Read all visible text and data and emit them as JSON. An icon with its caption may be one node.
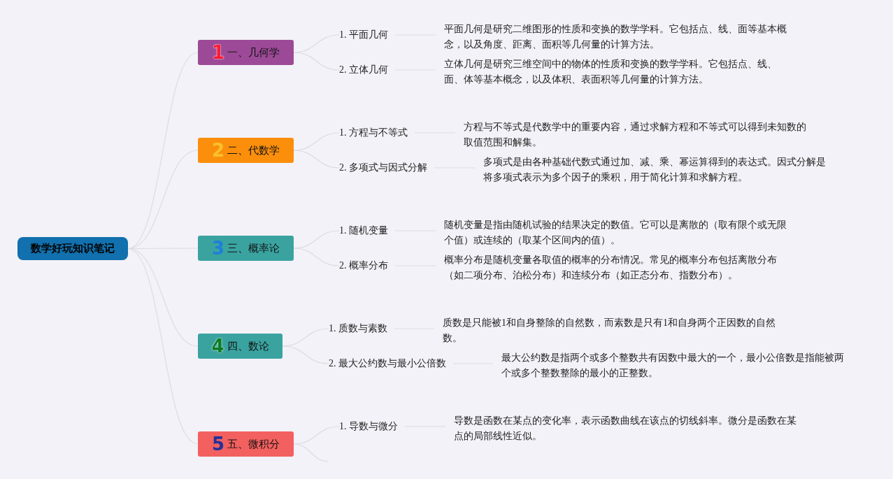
{
  "diagram": {
    "nodes": [
      {
        "text": [
          "数学好玩知识笔记"
        ]
      },
      {
        "text": [
          "1",
          "一、几何学"
        ]
      },
      {
        "text": [
          "1. 平面几何"
        ]
      },
      {
        "text": [
          "平面几何是研究二维图形的性质和变换的数学学科。它包括点、线、面等基本概念，以及角度、距离、面积等几何量的计算方法。"
        ]
      },
      {
        "text": [
          "2. 立体几何"
        ]
      },
      {
        "text": [
          "立体几何是研究三维空间中的物体的性质和变换的数学学科。它包括点、线、面、体等基本概念，以及体积、表面积等几何量的计算方法。"
        ]
      },
      {
        "text": [
          "2",
          "二、代数学"
        ]
      },
      {
        "text": [
          "1. 方程与不等式"
        ]
      },
      {
        "text": [
          "方程与不等式是代数学中的重要内容，通过求解方程和不等式可以得到未知数的取值范围和解集。"
        ]
      },
      {
        "text": [
          "2. 多项式与因式分解"
        ]
      },
      {
        "text": [
          "多项式是由各种基础代数式通过加、减、乘、幂运算得到的表达式。因式分解是将多项式表示为多个因子的乘积，用于简化计算和求解方程。"
        ]
      },
      {
        "text": [
          "3",
          "三、概率论"
        ]
      },
      {
        "text": [
          "1. 随机变量"
        ]
      },
      {
        "text": [
          "随机变量是指由随机试验的结果决定的数值。它可以是离散的（取有限个或无限个值）或连续的（取某个区间内的值）。"
        ]
      },
      {
        "text": [
          "2. 概率分布"
        ]
      },
      {
        "text": [
          "概率分布是随机变量各取值的概率的分布情况。常见的概率分布包括离散分布（如二项分布、泊松分布）和连续分布（如正态分布、指数分布）。"
        ]
      },
      {
        "text": [
          "4",
          "四、数论"
        ]
      },
      {
        "text": [
          "1. 质数与素数"
        ]
      },
      {
        "text": [
          "质数是只能被1和自身整除的自然数，而素数是只有1和自身两个正因数的自然数。"
        ]
      },
      {
        "text": [
          "2. 最大公约数与最小公倍数"
        ]
      },
      {
        "text": [
          "最大公约数是指两个或多个整数共有因数中最大的一个，最小公倍数是指能被两个或多个整数整除的最小的正整数。"
        ]
      },
      {
        "text": [
          "5",
          "五、微积分"
        ]
      },
      {
        "text": [
          "1. 导数与微分"
        ]
      },
      {
        "text": [
          "导数是函数在某点的变化率，表示函数曲线在该点的切线斜率。微分是函数在某点的局部线性近似。"
        ]
      }
    ],
    "edges": [
      {
        "from": 0,
        "to": 1,
        "arrow": "none"
      },
      {
        "from": 0,
        "to": 6,
        "arrow": "none"
      },
      {
        "from": 0,
        "to": 11,
        "arrow": "none"
      },
      {
        "from": 0,
        "to": 16,
        "arrow": "none"
      },
      {
        "from": 0,
        "to": 21,
        "arrow": "none"
      },
      {
        "from": 1,
        "to": 2,
        "arrow": "none"
      },
      {
        "from": 2,
        "to": 3,
        "arrow": "none"
      },
      {
        "from": 1,
        "to": 4,
        "arrow": "none"
      },
      {
        "from": 4,
        "to": 5,
        "arrow": "none"
      },
      {
        "from": 6,
        "to": 7,
        "arrow": "none"
      },
      {
        "from": 7,
        "to": 8,
        "arrow": "none"
      },
      {
        "from": 6,
        "to": 9,
        "arrow": "none"
      },
      {
        "from": 9,
        "to": 10,
        "arrow": "none"
      },
      {
        "from": 11,
        "to": 12,
        "arrow": "none"
      },
      {
        "from": 12,
        "to": 13,
        "arrow": "none"
      },
      {
        "from": 11,
        "to": 14,
        "arrow": "none"
      },
      {
        "from": 14,
        "to": 15,
        "arrow": "none"
      },
      {
        "from": 16,
        "to": 17,
        "arrow": "none"
      },
      {
        "from": 17,
        "to": 18,
        "arrow": "none"
      },
      {
        "from": 16,
        "to": 19,
        "arrow": "none"
      },
      {
        "from": 19,
        "to": 20,
        "arrow": "none"
      },
      {
        "from": 21,
        "to": 22,
        "arrow": "none"
      },
      {
        "from": 22,
        "to": 23,
        "arrow": "none"
      },
      {
        "from": 21,
        "to": null,
        "arrow": "none"
      }
    ]
  }
}
